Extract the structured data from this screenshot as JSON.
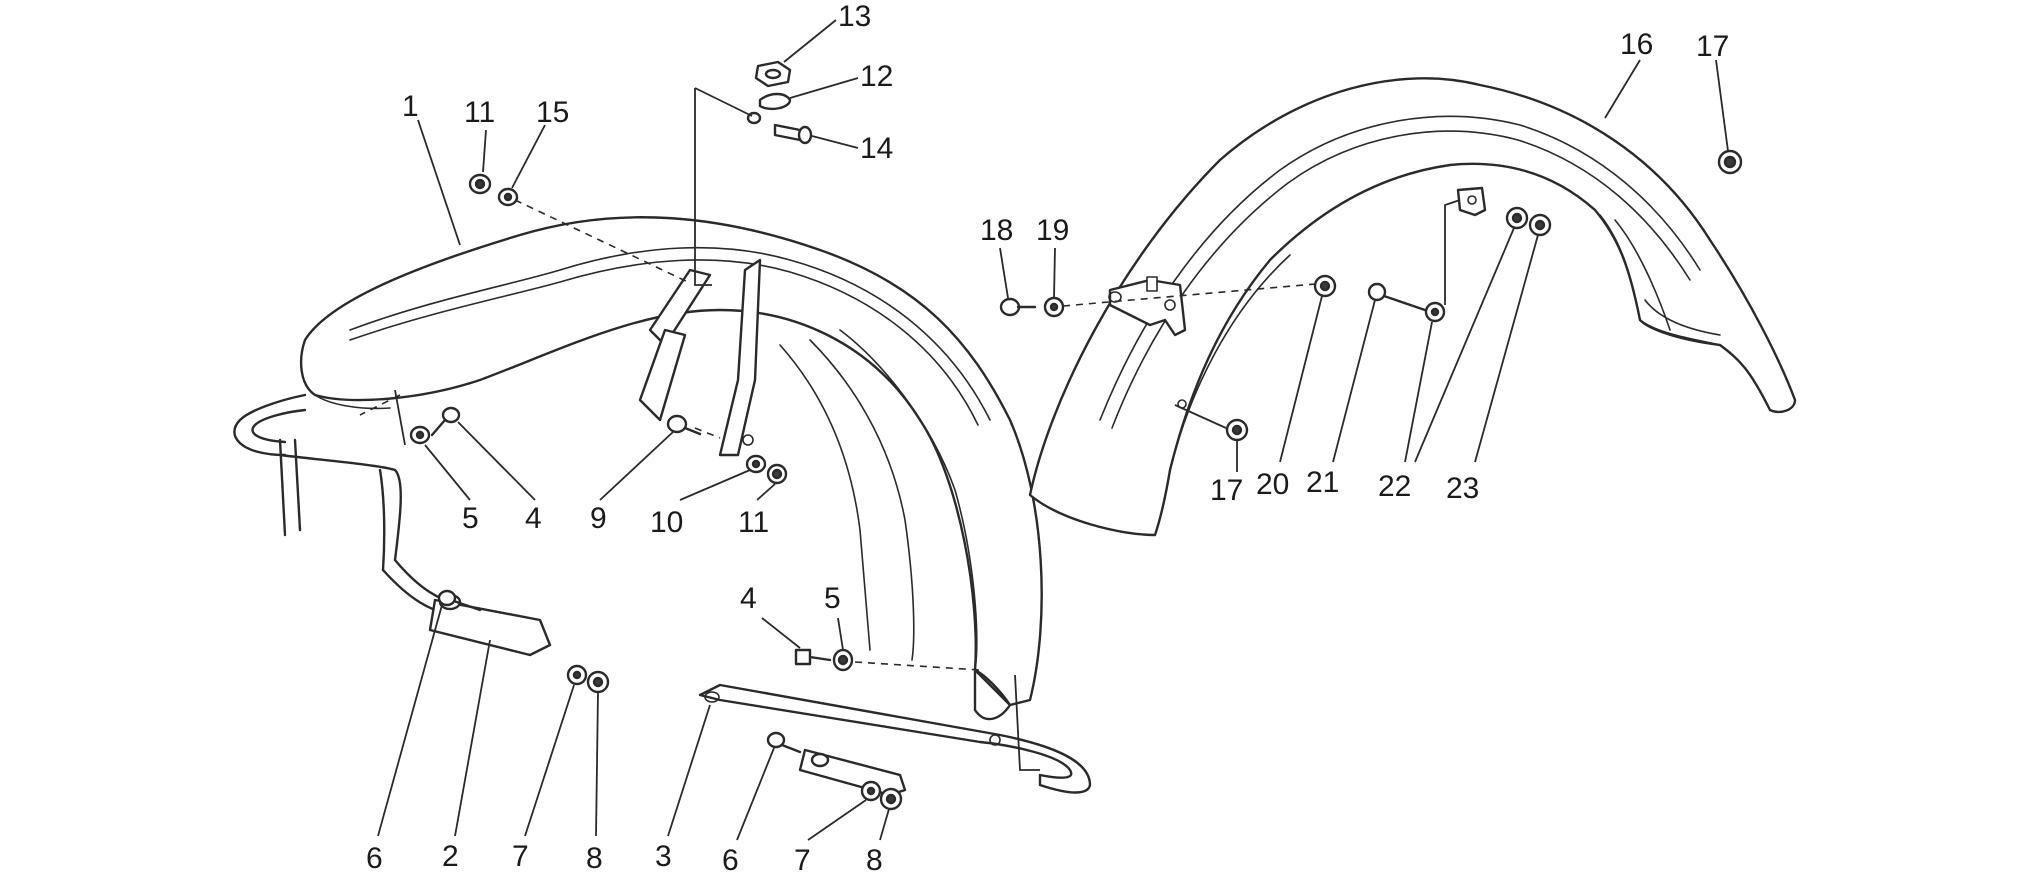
{
  "callouts": {
    "c1": "1",
    "c2": "2",
    "c3": "3",
    "c4a": "4",
    "c4b": "4",
    "c5a": "5",
    "c5b": "5",
    "c6a": "6",
    "c6b": "6",
    "c7a": "7",
    "c7b": "7",
    "c8a": "8",
    "c8b": "8",
    "c9": "9",
    "c10": "10",
    "c11a": "11",
    "c11b": "11",
    "c12": "12",
    "c13": "13",
    "c14": "14",
    "c15": "15",
    "c16": "16",
    "c17a": "17",
    "c17b": "17",
    "c18": "18",
    "c19": "19",
    "c20": "20",
    "c21": "21",
    "c22": "22",
    "c23": "23"
  },
  "colors": {
    "line": "#2a2a2a",
    "background": "#ffffff"
  }
}
